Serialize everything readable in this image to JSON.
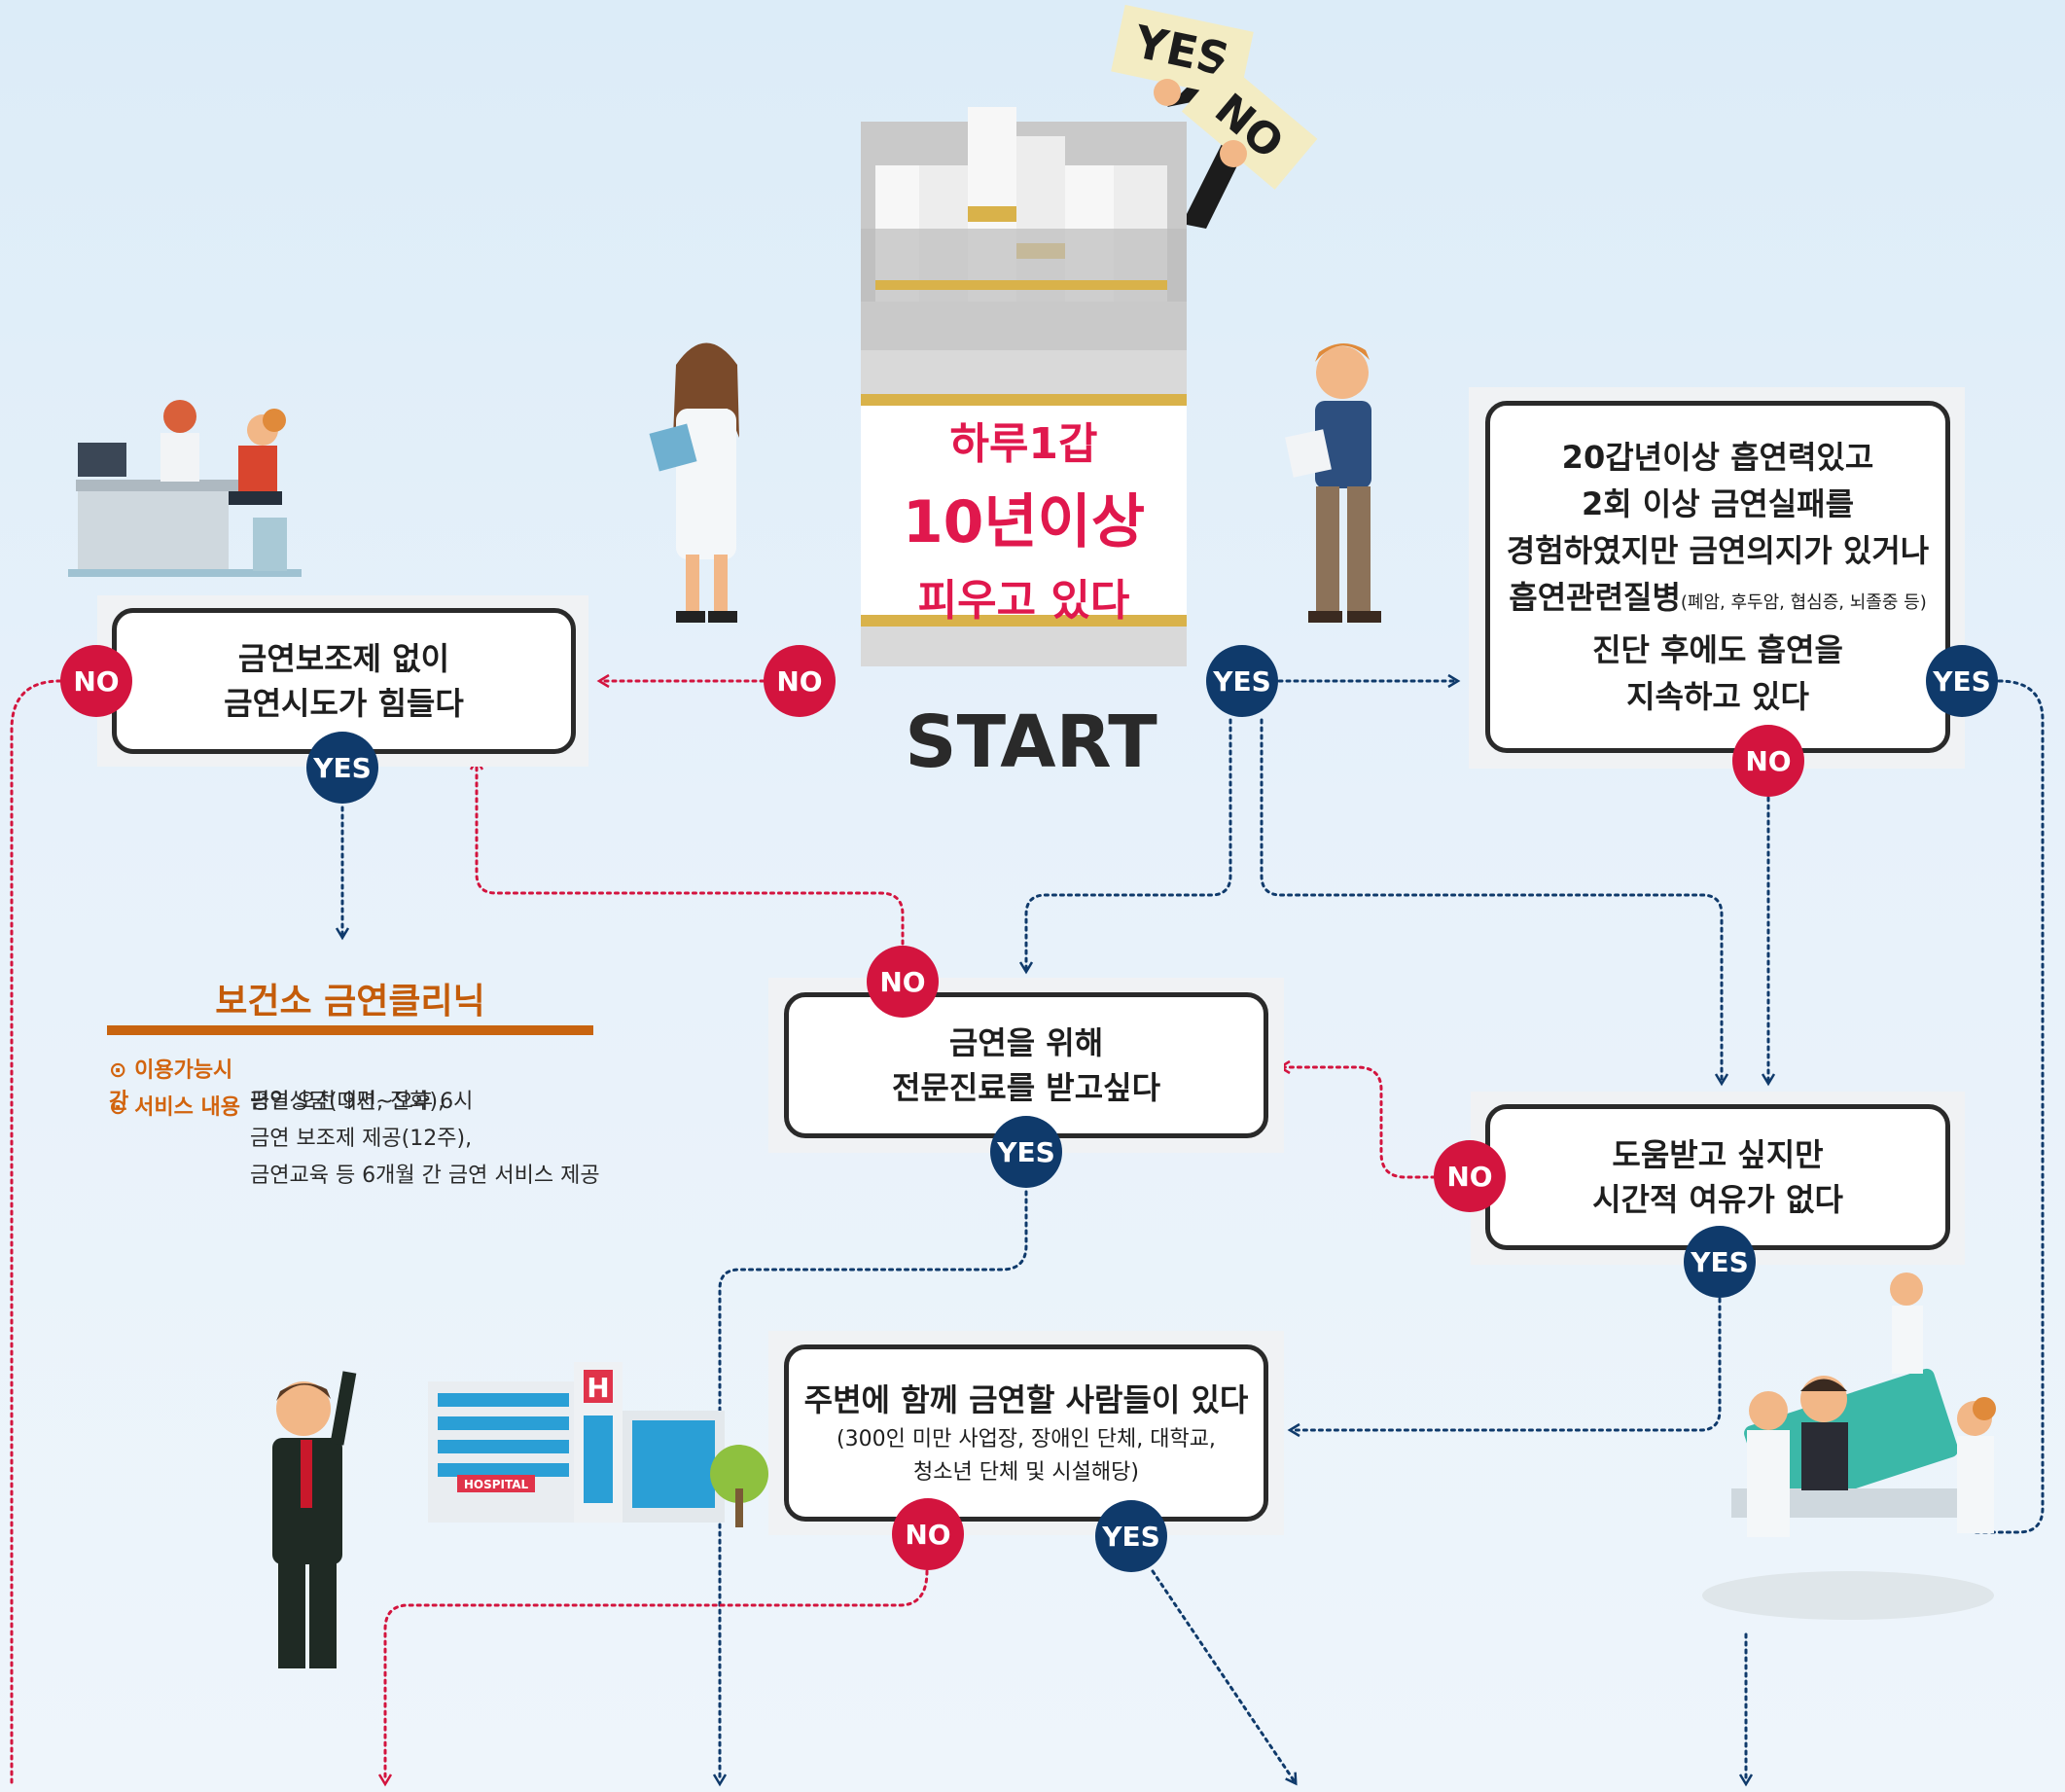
{
  "start_label": "START",
  "pack": {
    "line1": "하루1갑",
    "line2": "10년이상",
    "line3": "피우고 있다"
  },
  "signs": {
    "yes": "YES",
    "no": "NO"
  },
  "node_assist": {
    "lines": [
      "금연보조제 없이",
      "금연시도가 힘들다"
    ]
  },
  "node_history": {
    "lines": [
      "20갑년이상 흡연력있고",
      "2회 이상 금연실패를",
      "경험하였지만 금연의지가 있거나"
    ],
    "line4_main": "흡연관련질병",
    "line4_small": "(폐암, 후두암, 협심증, 뇌졸중 등)",
    "lines_after": [
      "진단 후에도 흡연을",
      "지속하고 있다"
    ]
  },
  "node_specialist": {
    "lines": [
      "금연을 위해",
      "전문진료를 받고싶다"
    ]
  },
  "node_notime": {
    "lines": [
      "도움받고 싶지만",
      "시간적 여유가 없다"
    ]
  },
  "node_group": {
    "title": "주변에 함께 금연할 사람들이 있다",
    "small_lines": [
      "(300인 미만 사업장, 장애인 단체, 대학교,",
      "청소년 단체 및 시설해당)"
    ]
  },
  "clinic": {
    "title": "보건소 금연클리닉",
    "hours_label": "⊙ 이용가능시간",
    "hours_value": "평일 오전 9시~오후 6시",
    "service_label": "⊙ 서비스 내용",
    "service_lines": [
      "금연상담(대면, 전화),",
      "금연 보조제 제공(12주),",
      "금연교육 등 6개월 간 금연 서비스 제공"
    ]
  },
  "badges": {
    "yes": "YES",
    "no": "NO"
  },
  "hospital_sign": "HOSPITAL",
  "hospital_letter": "H",
  "colors": {
    "no": "#d3143e",
    "yes": "#0f3a6b",
    "clinic": "#c8640f",
    "pack_text": "#e0184d"
  }
}
